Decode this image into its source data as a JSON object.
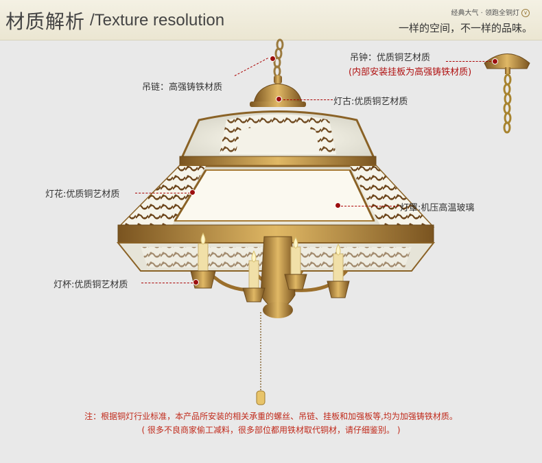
{
  "header": {
    "title_cn": "材质解析",
    "title_en": "/Texture resolution",
    "tagline_small": "经典大气 · 领跑全铜灯",
    "tagline_icon": "∨",
    "tagline_big": "一样的空间，不一样的品味。"
  },
  "callouts": {
    "ceiling_plate": "吊钟：优质铜艺材质",
    "ceiling_plate_note": "(内部安装挂板为高强铸铁材质)",
    "chain": "吊链：高强铸铁材质",
    "finial": "灯古:优质铜艺材质",
    "lamp_flower": "灯花:优质铜艺材质",
    "shade": "灯罩:机压高温玻璃",
    "cup": "灯杯:优质铜艺材质"
  },
  "notes": {
    "line1": "注：根据铜灯行业标准，本产品所安装的相关承重的螺丝、吊链、挂板和加强板等,均为加强铸铁材质。",
    "line2": "( 很多不良商家偷工减料，很多部位都用铁材取代铜材，请仔细鉴别。 )"
  },
  "colors": {
    "brass": "#b8893c",
    "glass": "#efefe6",
    "accent": "#9c0f0f"
  }
}
